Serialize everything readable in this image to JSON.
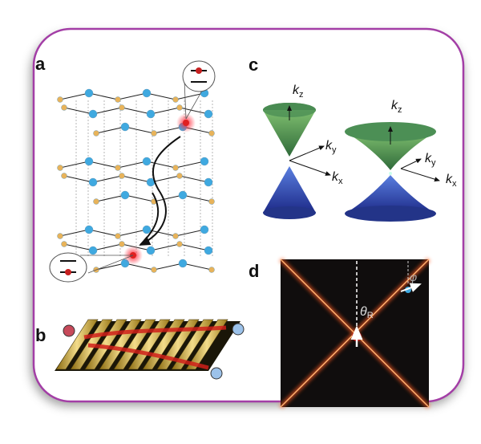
{
  "figure": {
    "panel_labels": {
      "a": "a",
      "b": "b",
      "c": "c",
      "d": "d"
    },
    "axes_c_left": {
      "kz": "k",
      "kz_sub": "z",
      "ky": "k",
      "ky_sub": "y",
      "kx": "k",
      "kx_sub": "x"
    },
    "axes_c_right": {
      "kz": "k",
      "kz_sub": "z",
      "ky": "k",
      "ky_sub": "y",
      "kx": "k",
      "kx_sub": "x"
    },
    "panel_d": {
      "theta": "θ",
      "theta_sub": "R",
      "phi": "φ"
    },
    "colors": {
      "frame": "#a33ea6",
      "atom_blue": "#3fa9e0",
      "atom_gold": "#e8b35a",
      "cone_green": "#5f9e55",
      "cone_blue": "#2a3f9e",
      "panel_d_bg": "#100d0d",
      "beam": "#ff7a3a"
    }
  }
}
